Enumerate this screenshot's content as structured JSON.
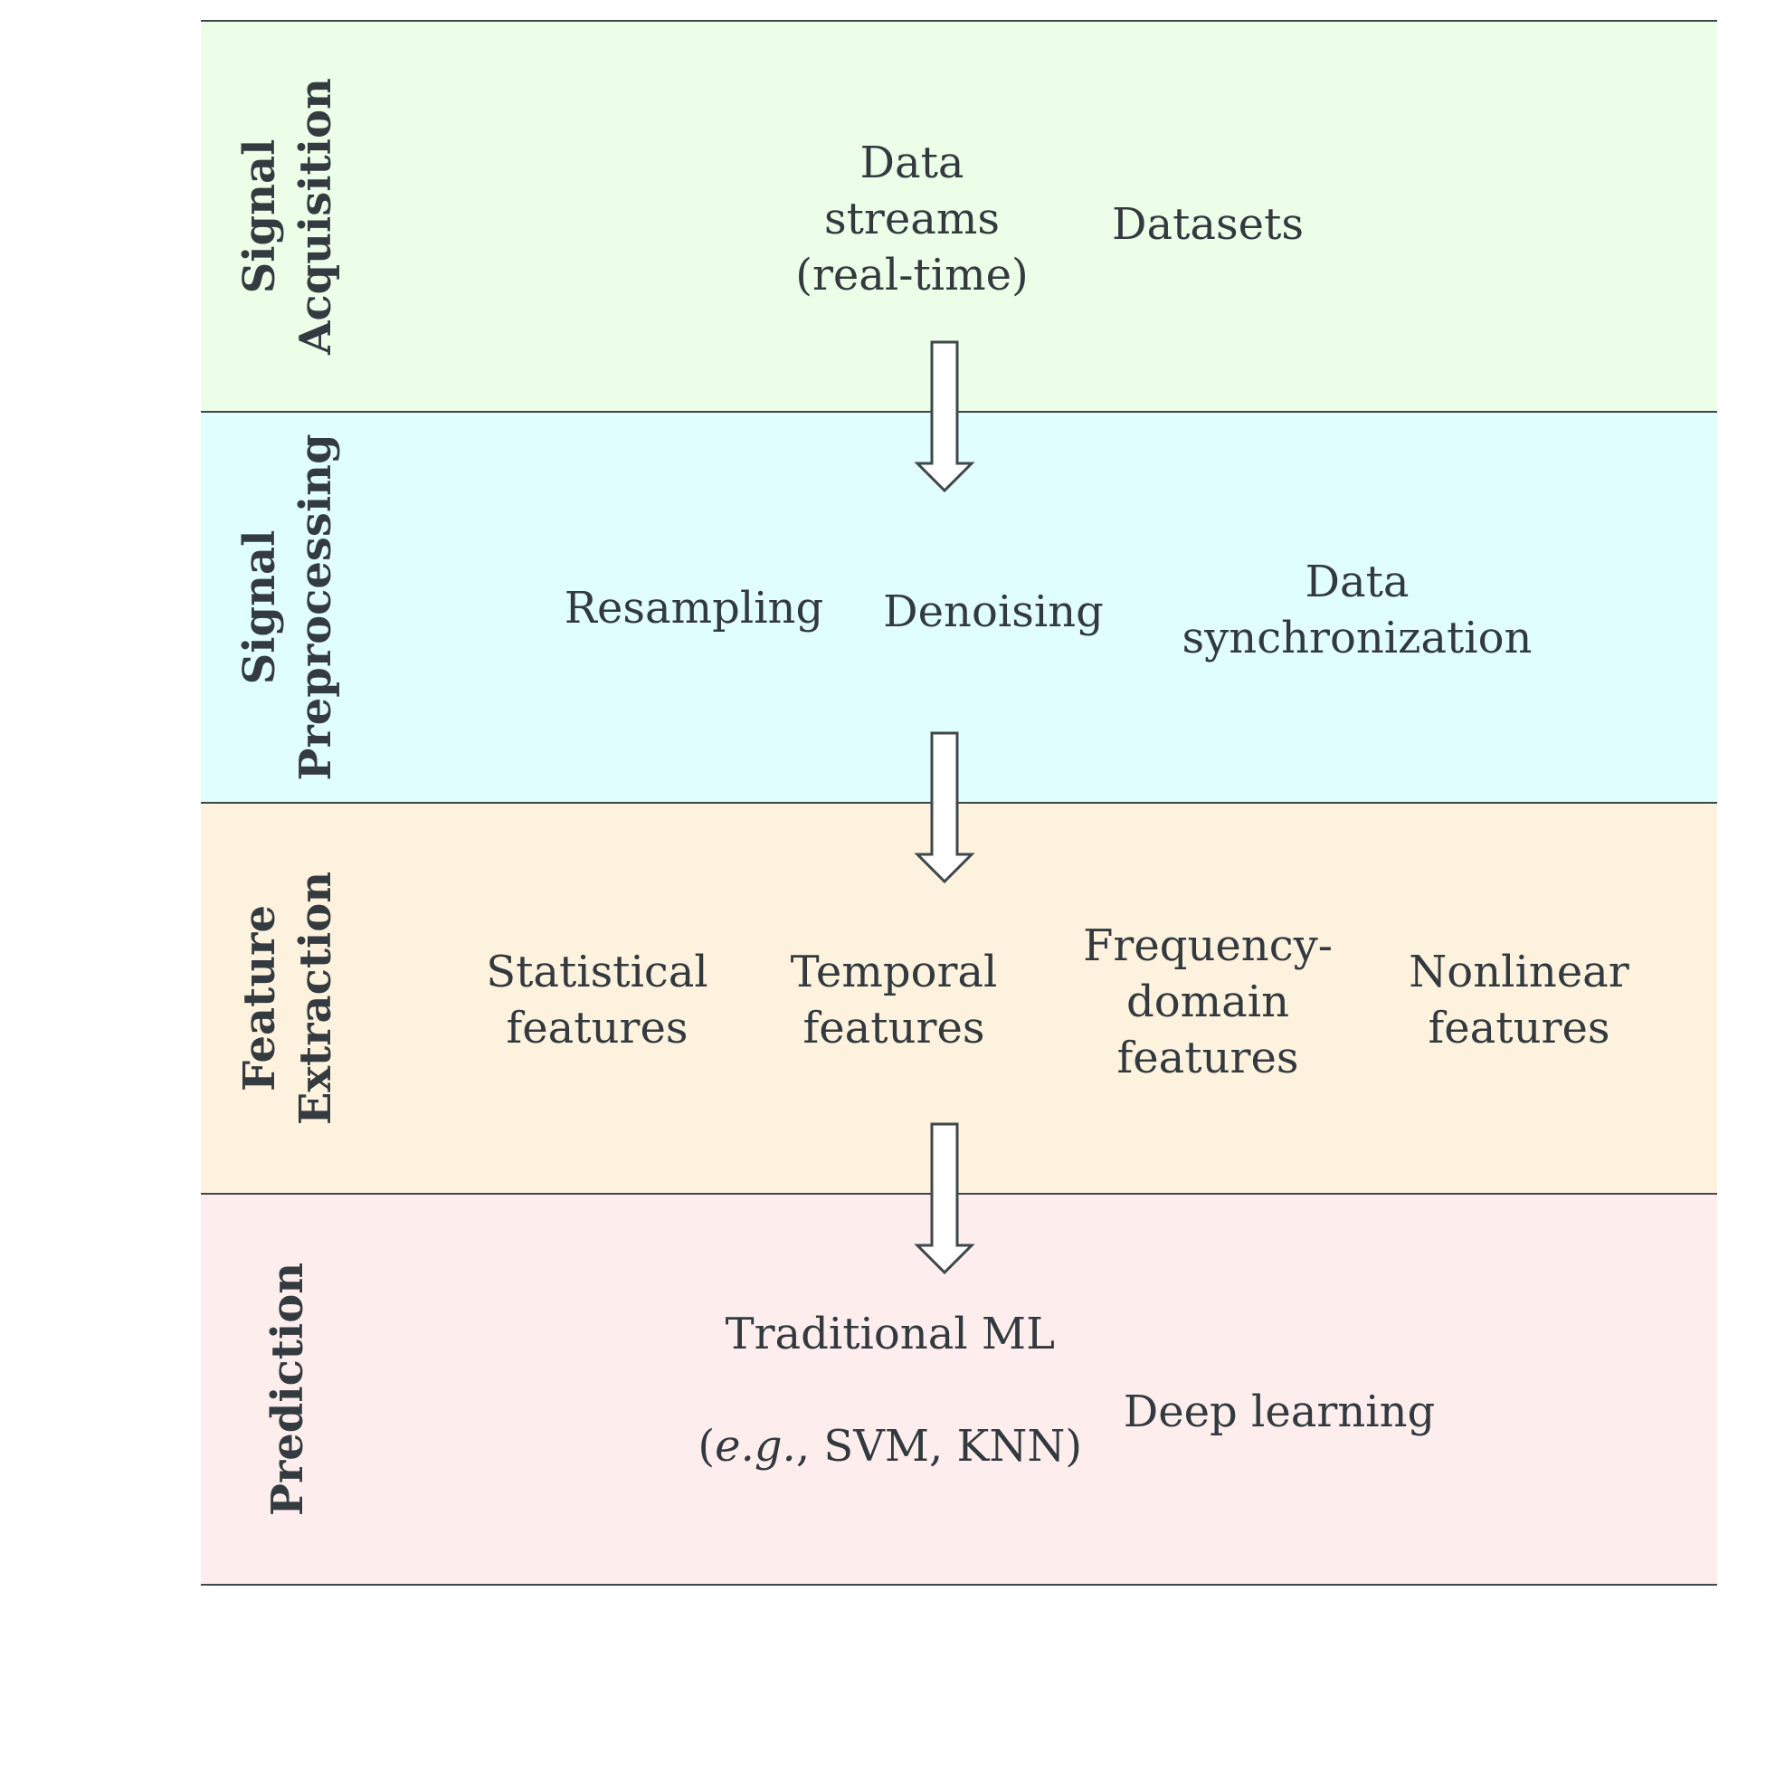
{
  "colors": {
    "acquisition_bg": "#ecfde8",
    "preprocessing_bg": "#e1fefe",
    "extraction_bg": "#fdf2dd",
    "prediction_bg": "#fdeeed",
    "line": "#3e474c",
    "text": "#333a3f"
  },
  "stages": [
    {
      "label": "Signal\nAcquisition",
      "items": [
        "Data\nstreams\n(real-time)",
        "Datasets"
      ]
    },
    {
      "label": "Signal\nPreprocessing",
      "items": [
        "Resampling",
        "Denoising",
        "Data\nsynchronization"
      ]
    },
    {
      "label": "Feature\nExtraction",
      "items": [
        "Statistical\nfeatures",
        "Temporal\nfeatures",
        "Frequency-\ndomain\nfeatures",
        "Nonlinear\nfeatures"
      ]
    },
    {
      "label": "Prediction",
      "items": [
        "Traditional ML",
        "(e.g., SVM, KNN)",
        "Deep learning"
      ]
    }
  ],
  "arrows": [
    "down-arrow",
    "down-arrow",
    "down-arrow"
  ]
}
